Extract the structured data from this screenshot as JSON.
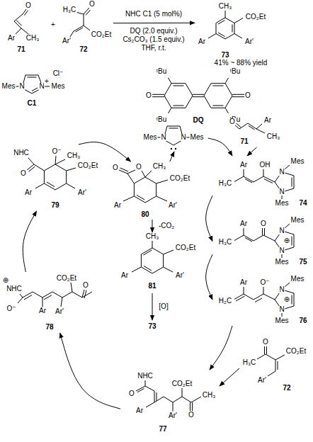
{
  "diagram": {
    "nodes": [
      {
        "text": [
          "O",
          "Ar",
          "CH₃",
          "71"
        ]
      },
      {
        "text": [
          "H₃C",
          "O",
          "Ar'",
          "CO₂Et",
          "72"
        ]
      },
      {
        "text": [
          "CH₃",
          "CO₂Et",
          "Ar'",
          "Ar",
          "73"
        ]
      },
      {
        "text": [
          "Cl⁻",
          "Mes",
          "N",
          "N",
          "+",
          "Mes",
          "C1"
        ]
      },
      {
        "text": [
          "ᵗBu",
          "ᵗBu",
          "O",
          "O",
          "ᵗBu",
          "ᵗBu",
          "DQ"
        ]
      },
      {
        "text": [
          "Mes",
          "N",
          "N",
          "Mes"
        ]
      },
      {
        "text": [
          "O",
          "Ar",
          "CH₃",
          "71"
        ]
      },
      {
        "text": [
          "Ar",
          "OH",
          "Mes",
          "N",
          "H₃C",
          "N",
          "Mes",
          "74"
        ]
      },
      {
        "text": [
          "Ar",
          "O",
          "Mes",
          "N",
          "⊕",
          "H₃C",
          "N",
          "Mes",
          "75"
        ]
      },
      {
        "text": [
          "Ar",
          "O⁻",
          "Mes",
          "N",
          "⊕",
          "H₂C",
          "N",
          "Mes",
          "76"
        ]
      },
      {
        "text": [
          "O",
          "CO₂Et",
          "H₃C",
          "Ar'",
          "72"
        ]
      },
      {
        "text": [
          "NHC",
          "O",
          "CO₂Et",
          "CH₃",
          "Ar",
          "Ar'",
          "O",
          "77"
        ]
      },
      {
        "text": [
          "⊕",
          "NHC",
          "CO₂Et",
          "O",
          "O⁻",
          "Ar",
          "Ar'",
          "78"
        ]
      },
      {
        "text": [
          "O⁻",
          "NHC",
          "CH₃",
          "CO₂Et",
          "O",
          "Ar",
          "Ar'",
          "79"
        ]
      },
      {
        "text": [
          "O",
          "CH₃",
          "O",
          "CO₂Et",
          "Ar",
          "Ar'",
          "80"
        ]
      },
      {
        "text": [
          "CH₃",
          "CO₂Et",
          "Ar",
          "Ar'",
          "81"
        ]
      },
      {
        "text": [
          "73"
        ]
      }
    ],
    "edges": [
      {
        "from": 1,
        "to": 2,
        "arrow": "to"
      },
      {
        "from": 5,
        "to": 7,
        "arrow": "to"
      },
      {
        "from": 6,
        "to": 7,
        "arrow": "to"
      },
      {
        "from": 7,
        "to": 8,
        "arrow": "to"
      },
      {
        "from": 8,
        "to": 9,
        "arrow": "to"
      },
      {
        "from": 9,
        "to": 11,
        "arrow": "to"
      },
      {
        "from": 10,
        "to": 11,
        "arrow": "to"
      },
      {
        "from": 11,
        "to": 12,
        "arrow": "to"
      },
      {
        "from": 12,
        "to": 13,
        "arrow": "to"
      },
      {
        "from": 13,
        "to": 14,
        "arrow": "to"
      },
      {
        "from": 14,
        "to": 5,
        "arrow": "to"
      },
      {
        "from": 14,
        "to": 15,
        "label": "-CO₂",
        "arrow": "to"
      },
      {
        "from": 15,
        "to": 16,
        "label": "[O]",
        "arrow": "to"
      }
    ],
    "labels": [
      "+",
      "NHC C1 (5 mol%)",
      "DQ (2.0 equiv.)",
      "Cs₂CO₃ (1.5 equiv.)",
      "THF, r.t.",
      "41% ~ 88% yield"
    ]
  }
}
